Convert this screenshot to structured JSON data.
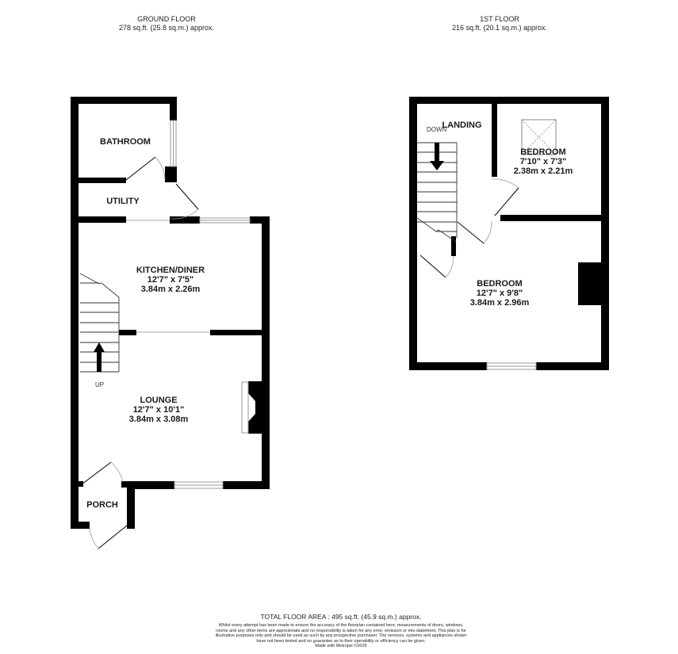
{
  "ground_floor": {
    "title": "GROUND FLOOR",
    "area": "278 sq.ft. (25.8 sq.m.) approx.",
    "rooms": {
      "bathroom": {
        "name": "BATHROOM"
      },
      "utility": {
        "name": "UTILITY"
      },
      "kitchen": {
        "name": "KITCHEN/DINER",
        "dim_imperial": "12'7\"  x 7'5\"",
        "dim_metric": "3.84m  x 2.26m"
      },
      "lounge": {
        "name": "LOUNGE",
        "dim_imperial": "12'7\"  x 10'1\"",
        "dim_metric": "3.84m  x 3.08m"
      },
      "porch": {
        "name": "PORCH"
      }
    },
    "stairs_label": "UP"
  },
  "first_floor": {
    "title": "1ST FLOOR",
    "area": "216 sq.ft. (20.1 sq.m.) approx.",
    "rooms": {
      "landing": {
        "name": "LANDING"
      },
      "bedroom_small": {
        "name": "BEDROOM",
        "dim_imperial": "7'10\"  x 7'3\"",
        "dim_metric": "2.38m  x 2.21m"
      },
      "bedroom_main": {
        "name": "BEDROOM",
        "dim_imperial": "12'7\"  x 9'8\"",
        "dim_metric": "3.84m  x 2.96m"
      }
    },
    "stairs_label": "DOWN"
  },
  "footer": {
    "total": "TOTAL FLOOR AREA : 495 sq.ft. (45.9 sq.m.) approx.",
    "disclaimer": "Whilst every attempt has been made to ensure the accuracy of the floorplan contained here, measurements of doors, windows, rooms and any other items are approximate and no responsibility is taken for any error, omission or mis-statement. This plan is for illustrative purposes only and should be used as such by any prospective purchaser. The services, systems and appliances shown have not been tested and no guarantee as to their operability or efficiency can be given.",
    "made_with": "Made with Metropix ©2025"
  },
  "colors": {
    "wall": "#000000",
    "window": "#9a9a9a",
    "door_arc": "#999999",
    "background": "#ffffff"
  }
}
